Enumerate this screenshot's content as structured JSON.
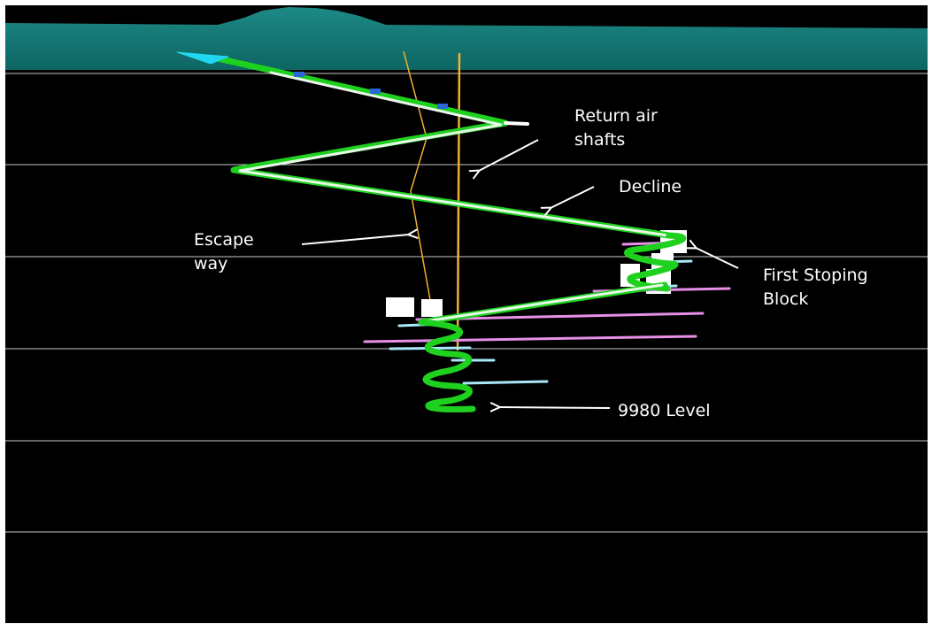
{
  "diagram": {
    "labels": {
      "return_air_shafts": "Return air\nshafts",
      "decline": "Decline",
      "escape_way": "Escape\nway",
      "first_stoping_block": "First Stoping\nBlock",
      "level_9980": "9980 Level"
    },
    "colors": {
      "background": "#000000",
      "surface_terrain": "#137a78",
      "level_lines": "#c8c8c8",
      "decline": "#1fd11f",
      "decline_highlight": "#e8f8e8",
      "shafts": "#f0b030",
      "drives_magenta": "#e890e8",
      "drives_cyan": "#a8e8f8",
      "stope_blocks": "#ffffff",
      "annotation_arrows": "#ffffff",
      "portal": "#20d8f0"
    },
    "level_line_count": 6
  }
}
